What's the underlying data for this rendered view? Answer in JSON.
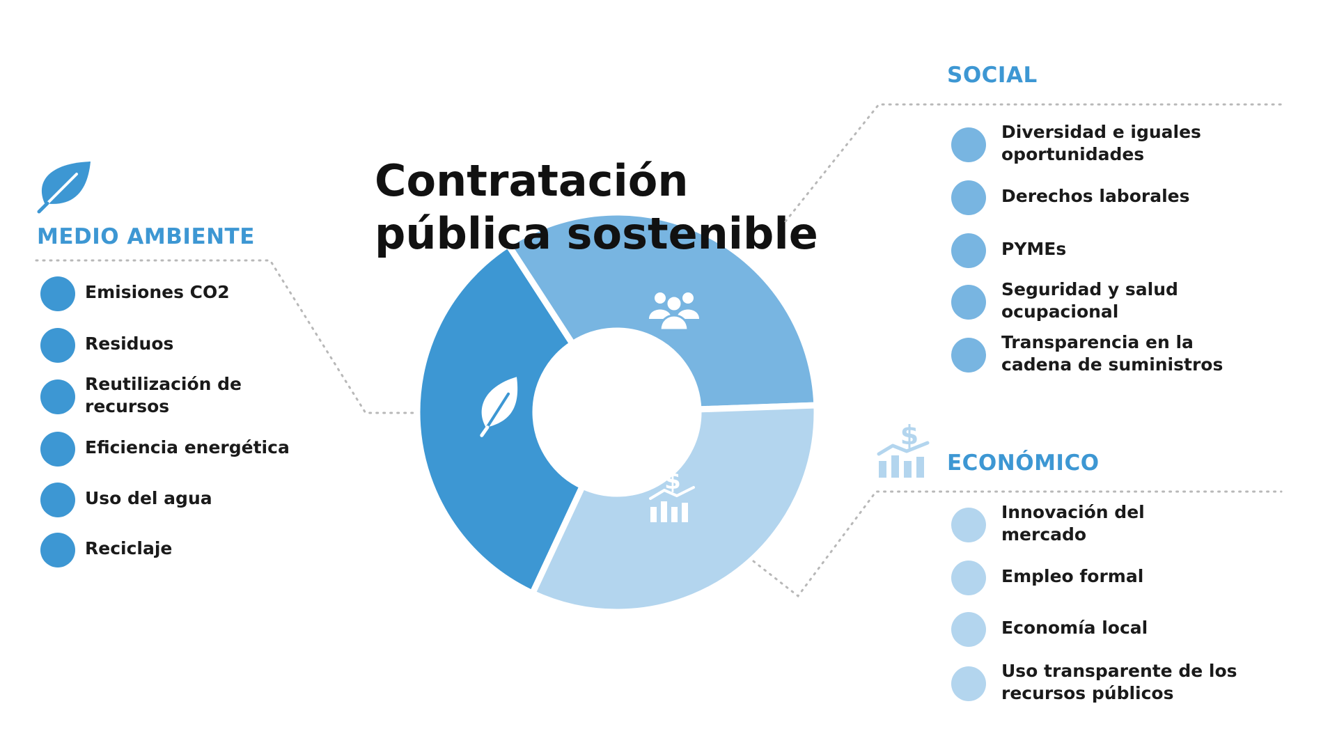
{
  "title": {
    "line1": "Contratación",
    "line2": "pública sostenible"
  },
  "colors": {
    "environment": "#3d97d3",
    "social": "#78b5e1",
    "economic": "#b3d5ee",
    "connector": "#b8b8b8"
  },
  "chart_data": {
    "type": "pie",
    "segments": [
      {
        "key": "environment",
        "value": 33.3,
        "icon": "leaf-icon",
        "color": "#3d97d3"
      },
      {
        "key": "social",
        "value": 33.3,
        "icon": "people-icon",
        "color": "#78b5e1"
      },
      {
        "key": "economic",
        "value": 33.3,
        "icon": "chart-dollar-icon",
        "color": "#b3d5ee"
      }
    ]
  },
  "sections": {
    "environment": {
      "heading": "MEDIO AMBIENTE",
      "icon": "leaf-icon",
      "color": "#3d97d3",
      "items": [
        {
          "lines": [
            "Emisiones CO2"
          ]
        },
        {
          "lines": [
            "Residuos"
          ]
        },
        {
          "lines": [
            "Reutilización de",
            "recursos"
          ]
        },
        {
          "lines": [
            "Eficiencia energética"
          ]
        },
        {
          "lines": [
            "Uso del agua"
          ]
        },
        {
          "lines": [
            "Reciclaje"
          ]
        }
      ]
    },
    "social": {
      "heading": "SOCIAL",
      "color": "#78b5e1",
      "items": [
        {
          "lines": [
            "Diversidad e iguales",
            "oportunidades"
          ]
        },
        {
          "lines": [
            "Derechos laborales"
          ]
        },
        {
          "lines": [
            "PYMEs"
          ]
        },
        {
          "lines": [
            "Seguridad y salud",
            "ocupacional"
          ]
        },
        {
          "lines": [
            "Transparencia en la",
            "cadena de suministros"
          ]
        }
      ]
    },
    "economic": {
      "heading": "ECONÓMICO",
      "icon": "chart-dollar-icon",
      "color": "#b3d5ee",
      "items": [
        {
          "lines": [
            "Innovación del",
            "mercado"
          ]
        },
        {
          "lines": [
            "Empleo formal"
          ]
        },
        {
          "lines": [
            "Economía local"
          ]
        },
        {
          "lines": [
            "Uso transparente de los",
            "recursos públicos"
          ]
        }
      ]
    }
  }
}
